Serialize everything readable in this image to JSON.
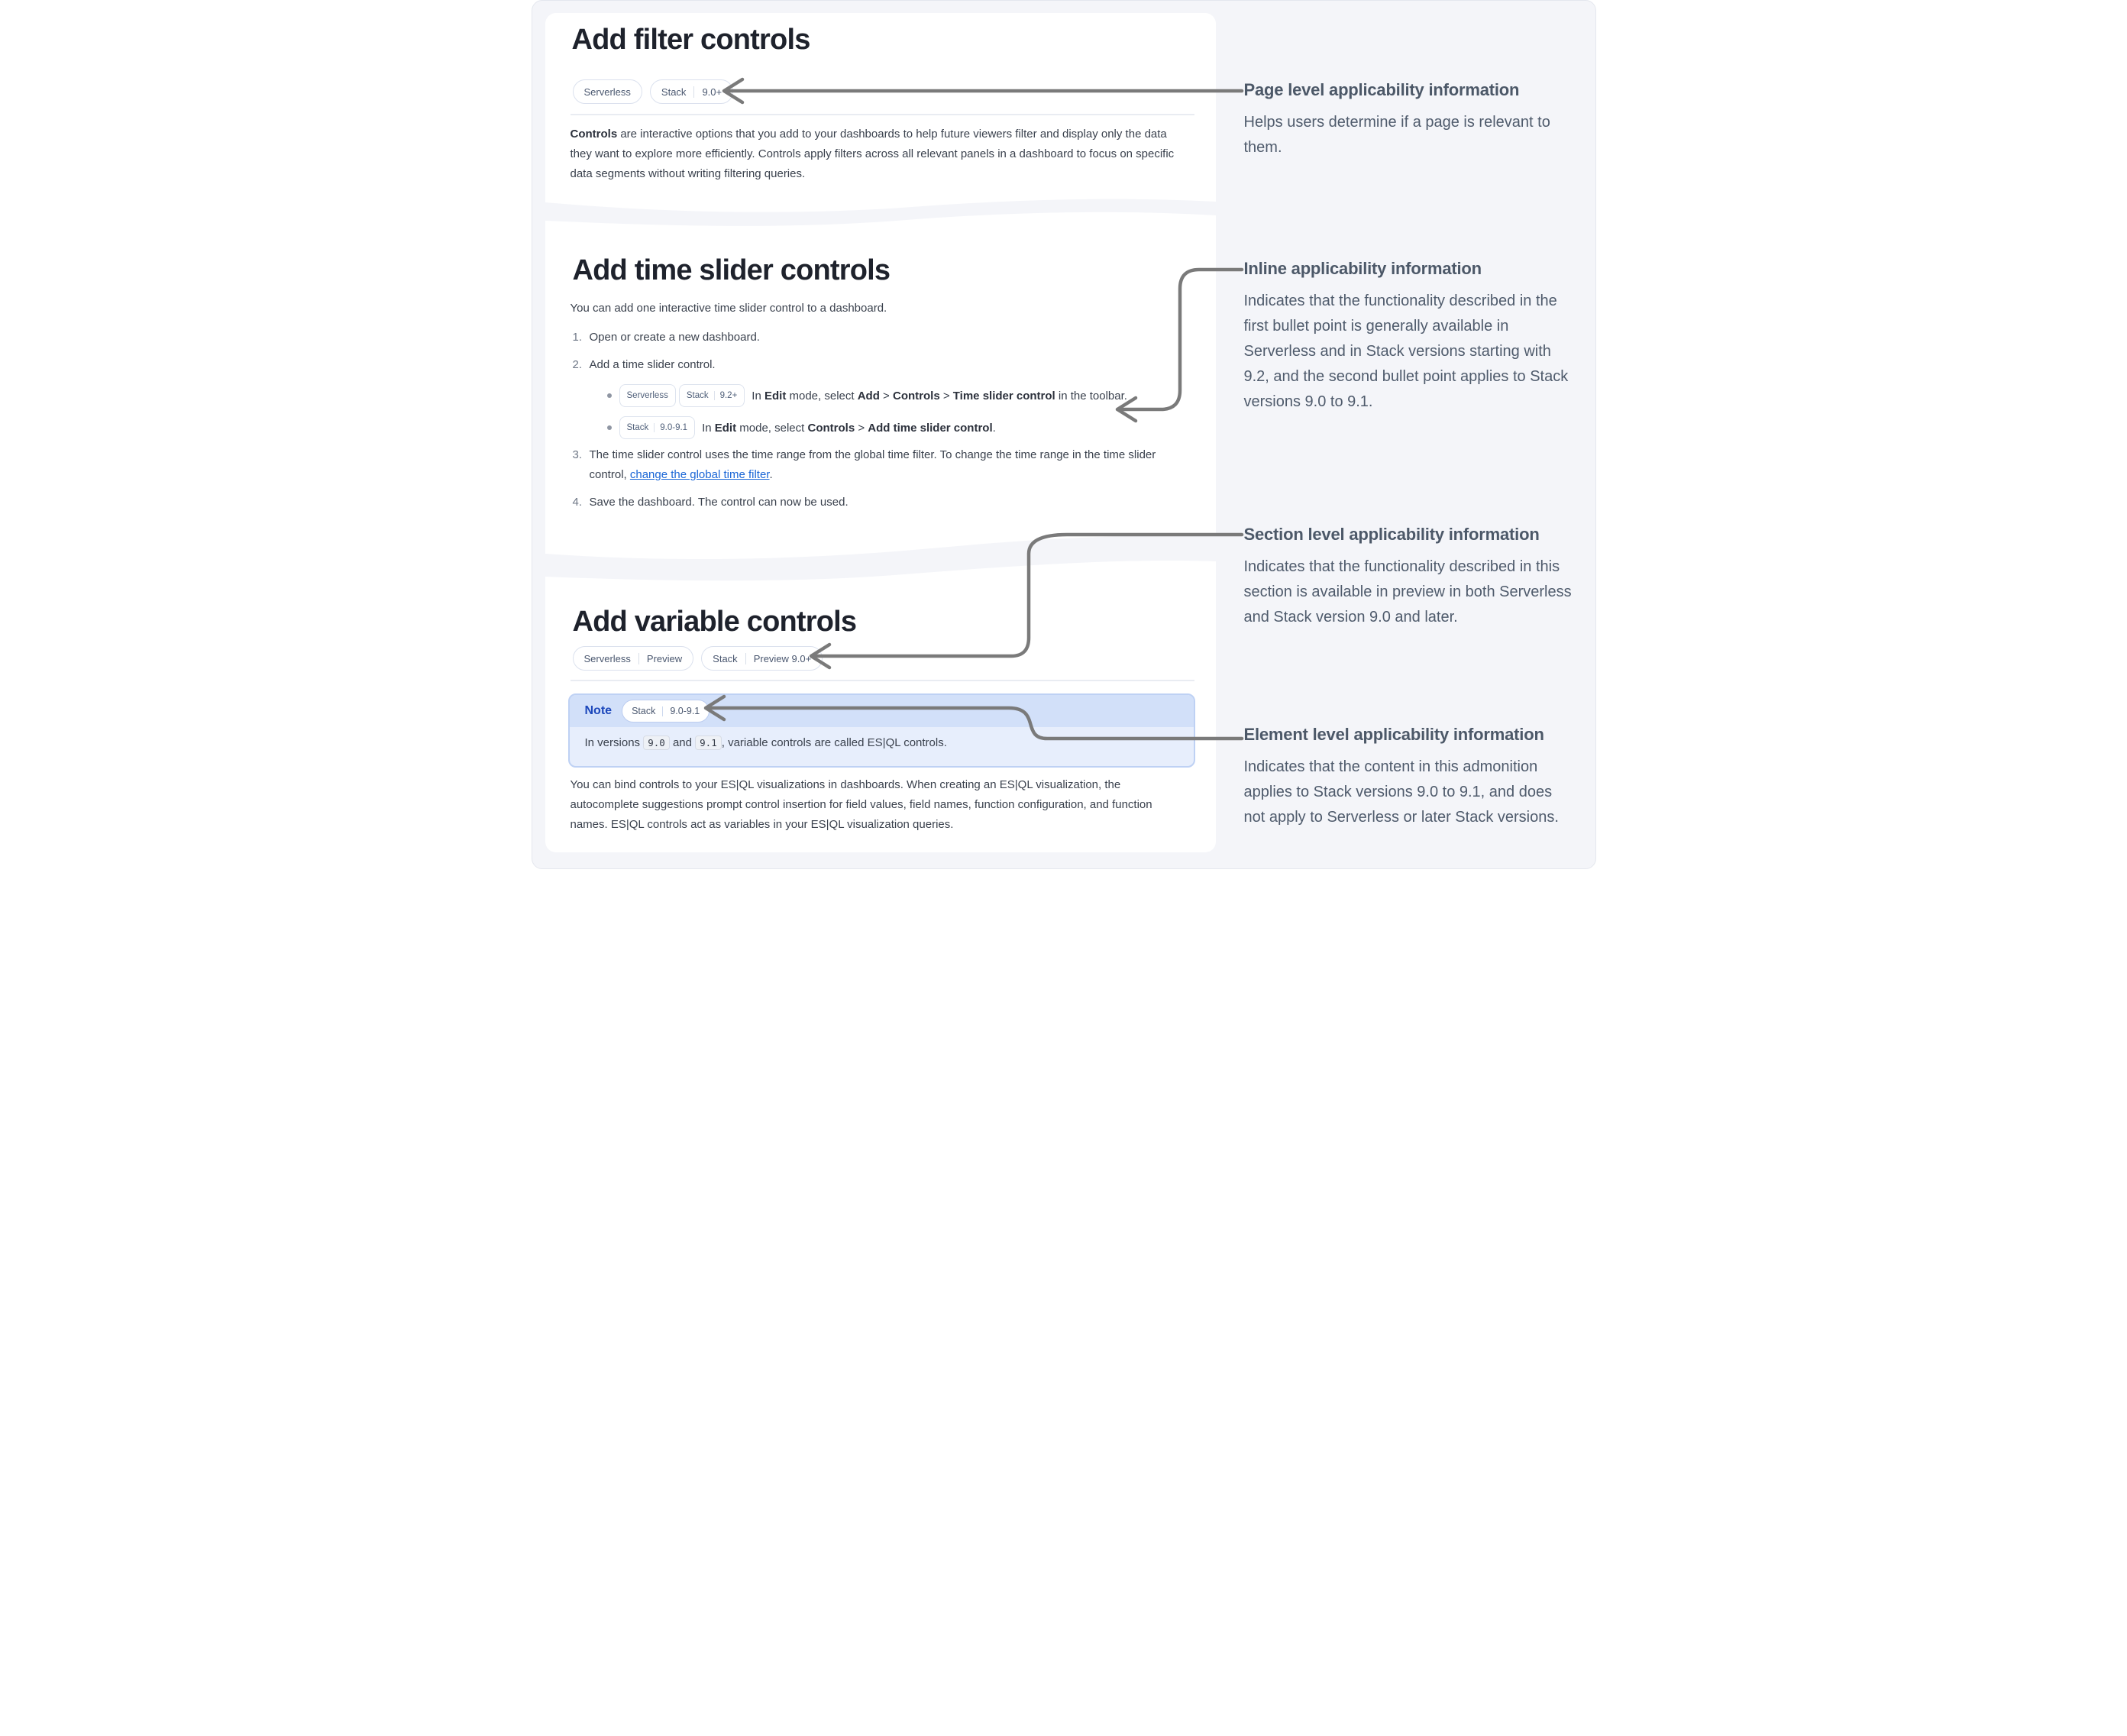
{
  "colors": {
    "page_background": "#f4f5f9",
    "card_background": "#ffffff",
    "link": "#1a66d6",
    "note_label": "#1c47bb",
    "note_header_bg": "#d2e0f9",
    "note_body_bg": "#e7eefc",
    "arrow": "#7a7a7a"
  },
  "sections": {
    "filter": {
      "title": "Add filter controls",
      "badges": [
        {
          "label": "Serverless"
        },
        {
          "label": "Stack",
          "version": "9.0+"
        }
      ],
      "paragraph": {
        "lead": "Controls",
        "rest": " are interactive options that you add to your dashboards to help future viewers filter and display only the data they want to explore more efficiently. Controls apply filters across all relevant panels in a dashboard to focus on specific data segments without writing filtering queries."
      }
    },
    "time_slider": {
      "title": "Add time slider controls",
      "intro": "You can add one interactive time slider control to a dashboard.",
      "steps": {
        "n1": "1.",
        "s1": "Open or create a new dashboard.",
        "n2": "2.",
        "s2": "Add a time slider control.",
        "n3": "3.",
        "s3": {
          "t1": "The time slider control uses the time range from the global time filter. To change the time range in the time slider control, ",
          "link": "change the global time filter",
          "t2": "."
        },
        "n4": "4.",
        "s4": "Save the dashboard. The control can now be used."
      },
      "bullet1": {
        "badges": [
          {
            "label": "Serverless"
          },
          {
            "label": "Stack",
            "version": "9.2+"
          }
        ],
        "text": {
          "t1": "In ",
          "b1": "Edit",
          "t2": " mode, select ",
          "b2": "Add",
          "t3": " > ",
          "b3": "Controls",
          "t4": " > ",
          "b4": "Time slider control",
          "t5": " in the toolbar."
        }
      },
      "bullet2": {
        "badges": [
          {
            "label": "Stack",
            "version": "9.0-9.1"
          }
        ],
        "text": {
          "t1": "In ",
          "b1": "Edit",
          "t2": " mode, select ",
          "b2": "Controls",
          "t3": " > ",
          "b3": "Add time slider control",
          "t4": "."
        }
      }
    },
    "variable": {
      "title": "Add variable controls",
      "badges": [
        {
          "label": "Serverless",
          "version": "Preview"
        },
        {
          "label": "Stack",
          "version": "Preview 9.0+"
        }
      ],
      "note": {
        "label": "Note",
        "badge": {
          "label": "Stack",
          "version": "9.0-9.1"
        },
        "body": {
          "t1": "In versions ",
          "code1": "9.0",
          "t2": " and ",
          "code2": "9.1",
          "t3": ", variable controls are called ES|QL controls."
        }
      },
      "paragraph": "You can bind controls to your ES|QL visualizations in dashboards. When creating an ES|QL visualization, the autocomplete suggestions prompt control insertion for field values, field names, function configuration, and function names. ES|QL controls act as variables in your ES|QL visualization queries."
    }
  },
  "annotations": [
    {
      "title": "Page level applicability information",
      "body": "Helps users determine if a page is relevant to them."
    },
    {
      "title": "Inline applicability information",
      "body": "Indicates that the functionality described in the first bullet point is generally available in Serverless and in Stack versions starting with 9.2, and the second bullet point applies to Stack versions 9.0 to 9.1."
    },
    {
      "title": "Section level applicability information",
      "body": "Indicates that the functionality described in this section is available in preview in both Serverless and Stack version 9.0 and later."
    },
    {
      "title": "Element level applicability information",
      "body": "Indicates that the content in this admonition applies to Stack versions 9.0 to 9.1, and does not apply to Serverless or later Stack versions."
    }
  ]
}
